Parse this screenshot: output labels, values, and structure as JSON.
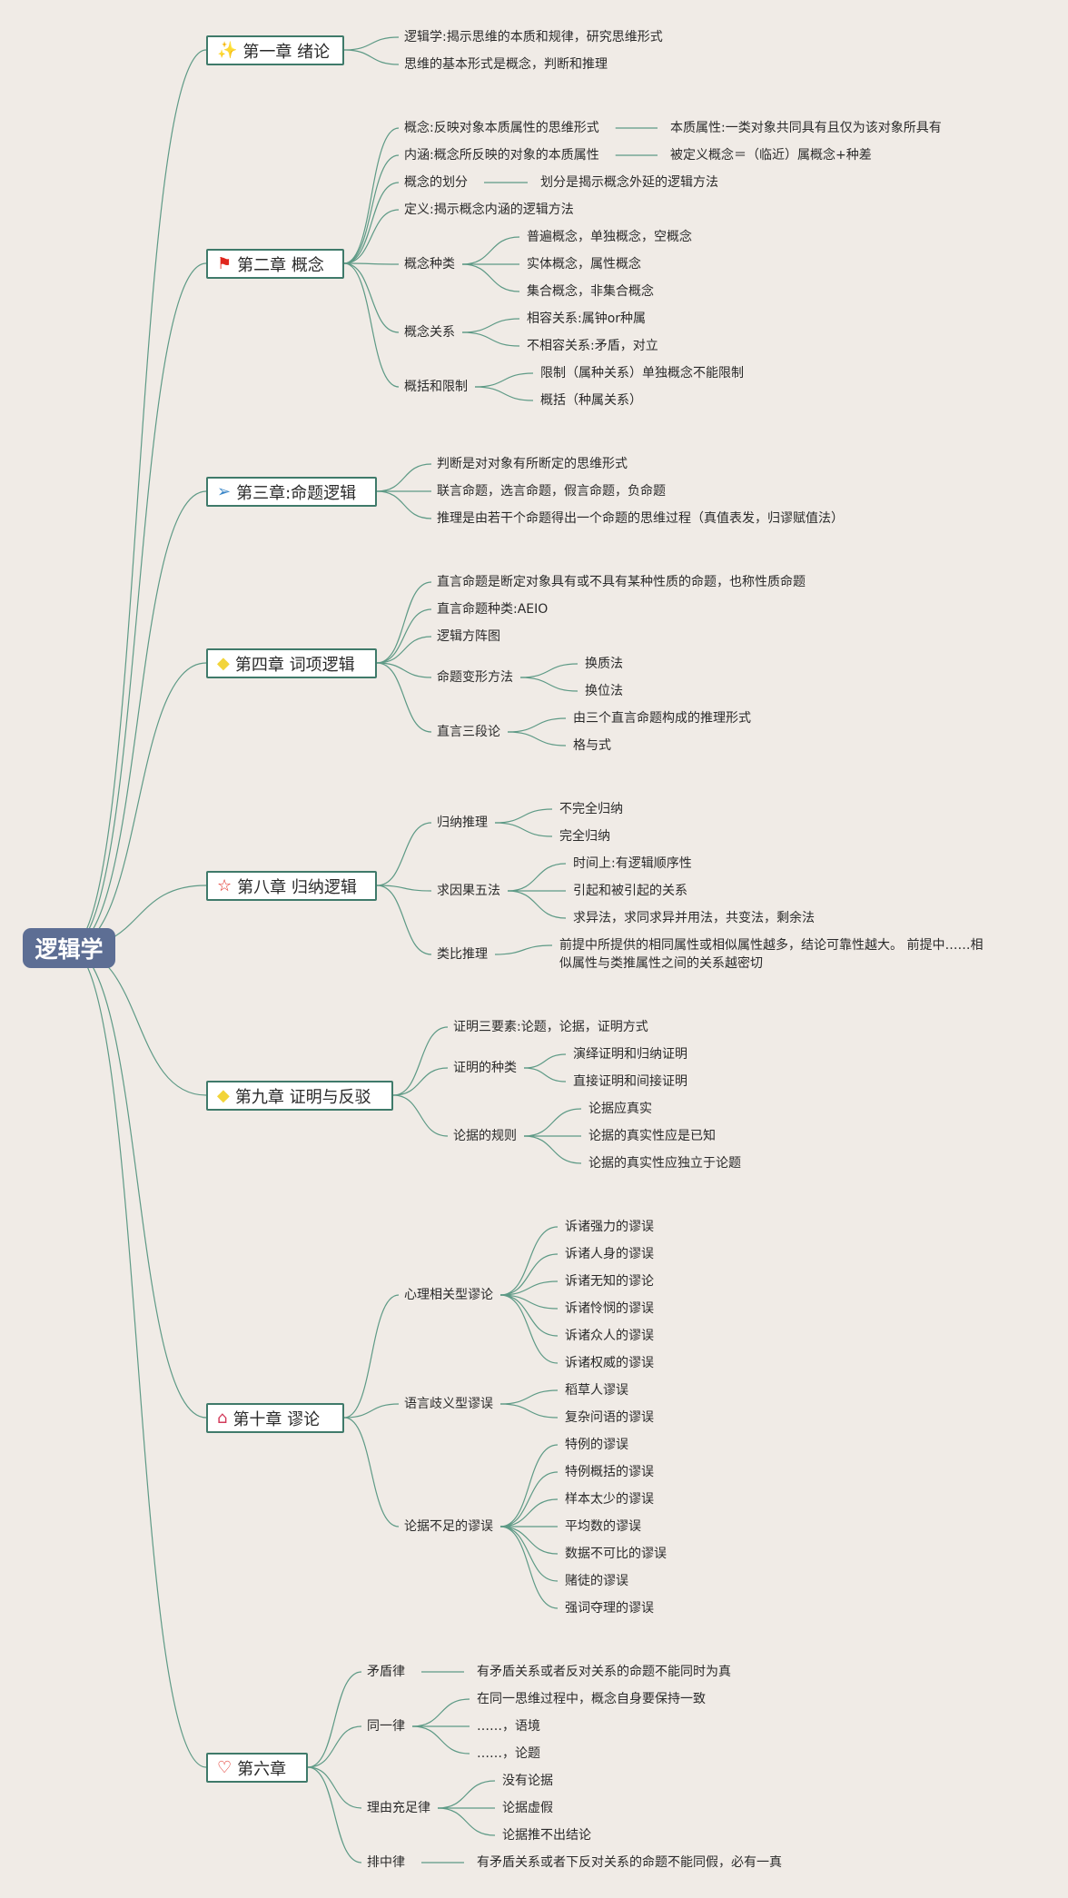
{
  "root": "逻辑学",
  "colors": {
    "edge": "#5e9a86",
    "root_bg": "#5d6e94",
    "chapter_border": "#3f7a6a",
    "background": "#f0ebe6"
  },
  "chapters": [
    {
      "id": "c1",
      "label": "第一章 绪论",
      "icon": "magic-wand-icon",
      "icon_glyph": "✨",
      "icon_color": "#d9574f",
      "children": [
        {
          "label": "逻辑学:揭示思维的本质和规律，研究思维形式"
        },
        {
          "label": "思维的基本形式是概念，判断和推理"
        }
      ]
    },
    {
      "id": "c2",
      "label": "第二章 概念",
      "icon": "red-flag-icon",
      "icon_glyph": "⚑",
      "icon_color": "#e0261d",
      "children": [
        {
          "label": "概念:反映对象本质属性的思维形式",
          "children": [
            {
              "label": "本质属性:一类对象共同具有且仅为该对象所具有"
            }
          ]
        },
        {
          "label": "内涵:概念所反映的对象的本质属性",
          "children": [
            {
              "label": "被定义概念＝（临近）属概念+种差"
            }
          ]
        },
        {
          "label": "概念的划分",
          "children": [
            {
              "label": "划分是揭示概念外延的逻辑方法"
            }
          ]
        },
        {
          "label": "定义:揭示概念内涵的逻辑方法"
        },
        {
          "label": "概念种类",
          "children": [
            {
              "label": "普遍概念，单独概念，空概念"
            },
            {
              "label": "实体概念，属性概念"
            },
            {
              "label": "集合概念，非集合概念"
            }
          ]
        },
        {
          "label": "概念关系",
          "children": [
            {
              "label": "相容关系:属钟or种属"
            },
            {
              "label": "不相容关系:矛盾，对立"
            }
          ]
        },
        {
          "label": "概括和限制",
          "children": [
            {
              "label": "限制（属种关系）单独概念不能限制"
            },
            {
              "label": "概括（种属关系）"
            }
          ]
        }
      ]
    },
    {
      "id": "c3",
      "label": "第三章:命题逻辑",
      "icon": "paper-plane-icon",
      "icon_glyph": "➢",
      "icon_color": "#3a86c8",
      "children": [
        {
          "label": "判断是对对象有所断定的思维形式"
        },
        {
          "label": "联言命题，选言命题，假言命题，负命题"
        },
        {
          "label": "推理是由若干个命题得出一个命题的思维过程（真值表发，归谬赋值法）"
        }
      ]
    },
    {
      "id": "c4",
      "label": "第四章 词项逻辑",
      "icon": "diamond-icon",
      "icon_glyph": "◆",
      "icon_color": "#f2d43a",
      "children": [
        {
          "label": "直言命题是断定对象具有或不具有某种性质的命题，也称性质命题"
        },
        {
          "label": "直言命题种类:AEIO"
        },
        {
          "label": "逻辑方阵图"
        },
        {
          "label": "命题变形方法",
          "children": [
            {
              "label": "换质法"
            },
            {
              "label": "换位法"
            }
          ]
        },
        {
          "label": "直言三段论",
          "children": [
            {
              "label": "由三个直言命题构成的推理形式"
            },
            {
              "label": "格与式"
            }
          ]
        }
      ]
    },
    {
      "id": "c8",
      "label": "第八章 归纳逻辑",
      "icon": "star-icon",
      "icon_glyph": "☆",
      "icon_color": "#e0261d",
      "children": [
        {
          "label": "归纳推理",
          "children": [
            {
              "label": "不完全归纳"
            },
            {
              "label": "完全归纳"
            }
          ]
        },
        {
          "label": "求因果五法",
          "children": [
            {
              "label": "时间上:有逻辑顺序性"
            },
            {
              "label": "引起和被引起的关系"
            },
            {
              "label": "求异法，求同求异并用法，共变法，剩余法"
            }
          ]
        },
        {
          "label": "类比推理",
          "children": [
            {
              "label": "前提中所提供的相同属性或相似属性越多，结论可靠性越大。 前提中……相似属性与类推属性之间的关系越密切"
            }
          ]
        }
      ]
    },
    {
      "id": "c9",
      "label": "第九章 证明与反驳",
      "icon": "diamond-icon",
      "icon_glyph": "◆",
      "icon_color": "#f2d43a",
      "children": [
        {
          "label": "证明三要素:论题，论据，证明方式"
        },
        {
          "label": "证明的种类",
          "children": [
            {
              "label": "演绎证明和归纳证明"
            },
            {
              "label": "直接证明和间接证明"
            }
          ]
        },
        {
          "label": "论据的规则",
          "children": [
            {
              "label": "论据应真实"
            },
            {
              "label": "论据的真实性应是已知"
            },
            {
              "label": "论据的真实性应独立于论题"
            }
          ]
        }
      ]
    },
    {
      "id": "c10",
      "label": "第十章 谬论",
      "icon": "home-icon",
      "icon_glyph": "⌂",
      "icon_color": "#d23a5a",
      "children": [
        {
          "label": "心理相关型谬论",
          "children": [
            {
              "label": "诉诸强力的谬误"
            },
            {
              "label": "诉诸人身的谬误"
            },
            {
              "label": "诉诸无知的谬论"
            },
            {
              "label": "诉诸怜悯的谬误"
            },
            {
              "label": "诉诸众人的谬误"
            },
            {
              "label": "诉诸权威的谬误"
            }
          ]
        },
        {
          "label": "语言歧义型谬误",
          "children": [
            {
              "label": "稻草人谬误"
            },
            {
              "label": "复杂问语的谬误"
            }
          ]
        },
        {
          "label": "论据不足的谬误",
          "children": [
            {
              "label": "特例的谬误"
            },
            {
              "label": "特例概括的谬误"
            },
            {
              "label": "样本太少的谬误"
            },
            {
              "label": "平均数的谬误"
            },
            {
              "label": "数据不可比的谬误"
            },
            {
              "label": "赌徒的谬误"
            },
            {
              "label": "强词夺理的谬误"
            }
          ]
        }
      ]
    },
    {
      "id": "c6",
      "label": "第六章",
      "icon": "heart-icon",
      "icon_glyph": "♡",
      "icon_color": "#e0261d",
      "children": [
        {
          "label": "矛盾律",
          "children": [
            {
              "label": "有矛盾关系或者反对关系的命题不能同时为真"
            }
          ]
        },
        {
          "label": "同一律",
          "children": [
            {
              "label": "在同一思维过程中，概念自身要保持一致"
            },
            {
              "label": "……，语境"
            },
            {
              "label": "……，论题"
            }
          ]
        },
        {
          "label": "理由充足律",
          "children": [
            {
              "label": "没有论据"
            },
            {
              "label": "论据虚假"
            },
            {
              "label": "论据推不出结论"
            }
          ]
        },
        {
          "label": "排中律",
          "children": [
            {
              "label": "有矛盾关系或者下反对关系的命题不能同假，必有一真"
            }
          ]
        }
      ]
    }
  ]
}
